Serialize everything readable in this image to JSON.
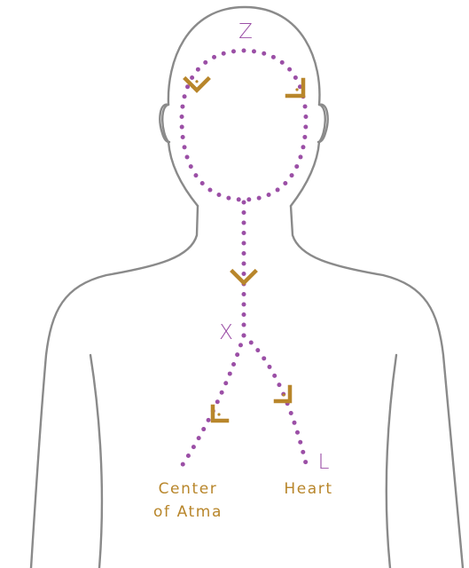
{
  "colors": {
    "outline": "#8a8a8a",
    "path_dots": "#9b4fa6",
    "arrows": "#b8862b",
    "point_labels": "#9b4fa6",
    "place_labels": "#b8862b"
  },
  "icons": {
    "arrow": "corner-chevron-arrow",
    "path": "dotted-line"
  },
  "labels": {
    "z": "Z",
    "x": "X",
    "l": "L",
    "center_line1": "Center",
    "center_line2": "of Atma",
    "heart": "Heart"
  }
}
